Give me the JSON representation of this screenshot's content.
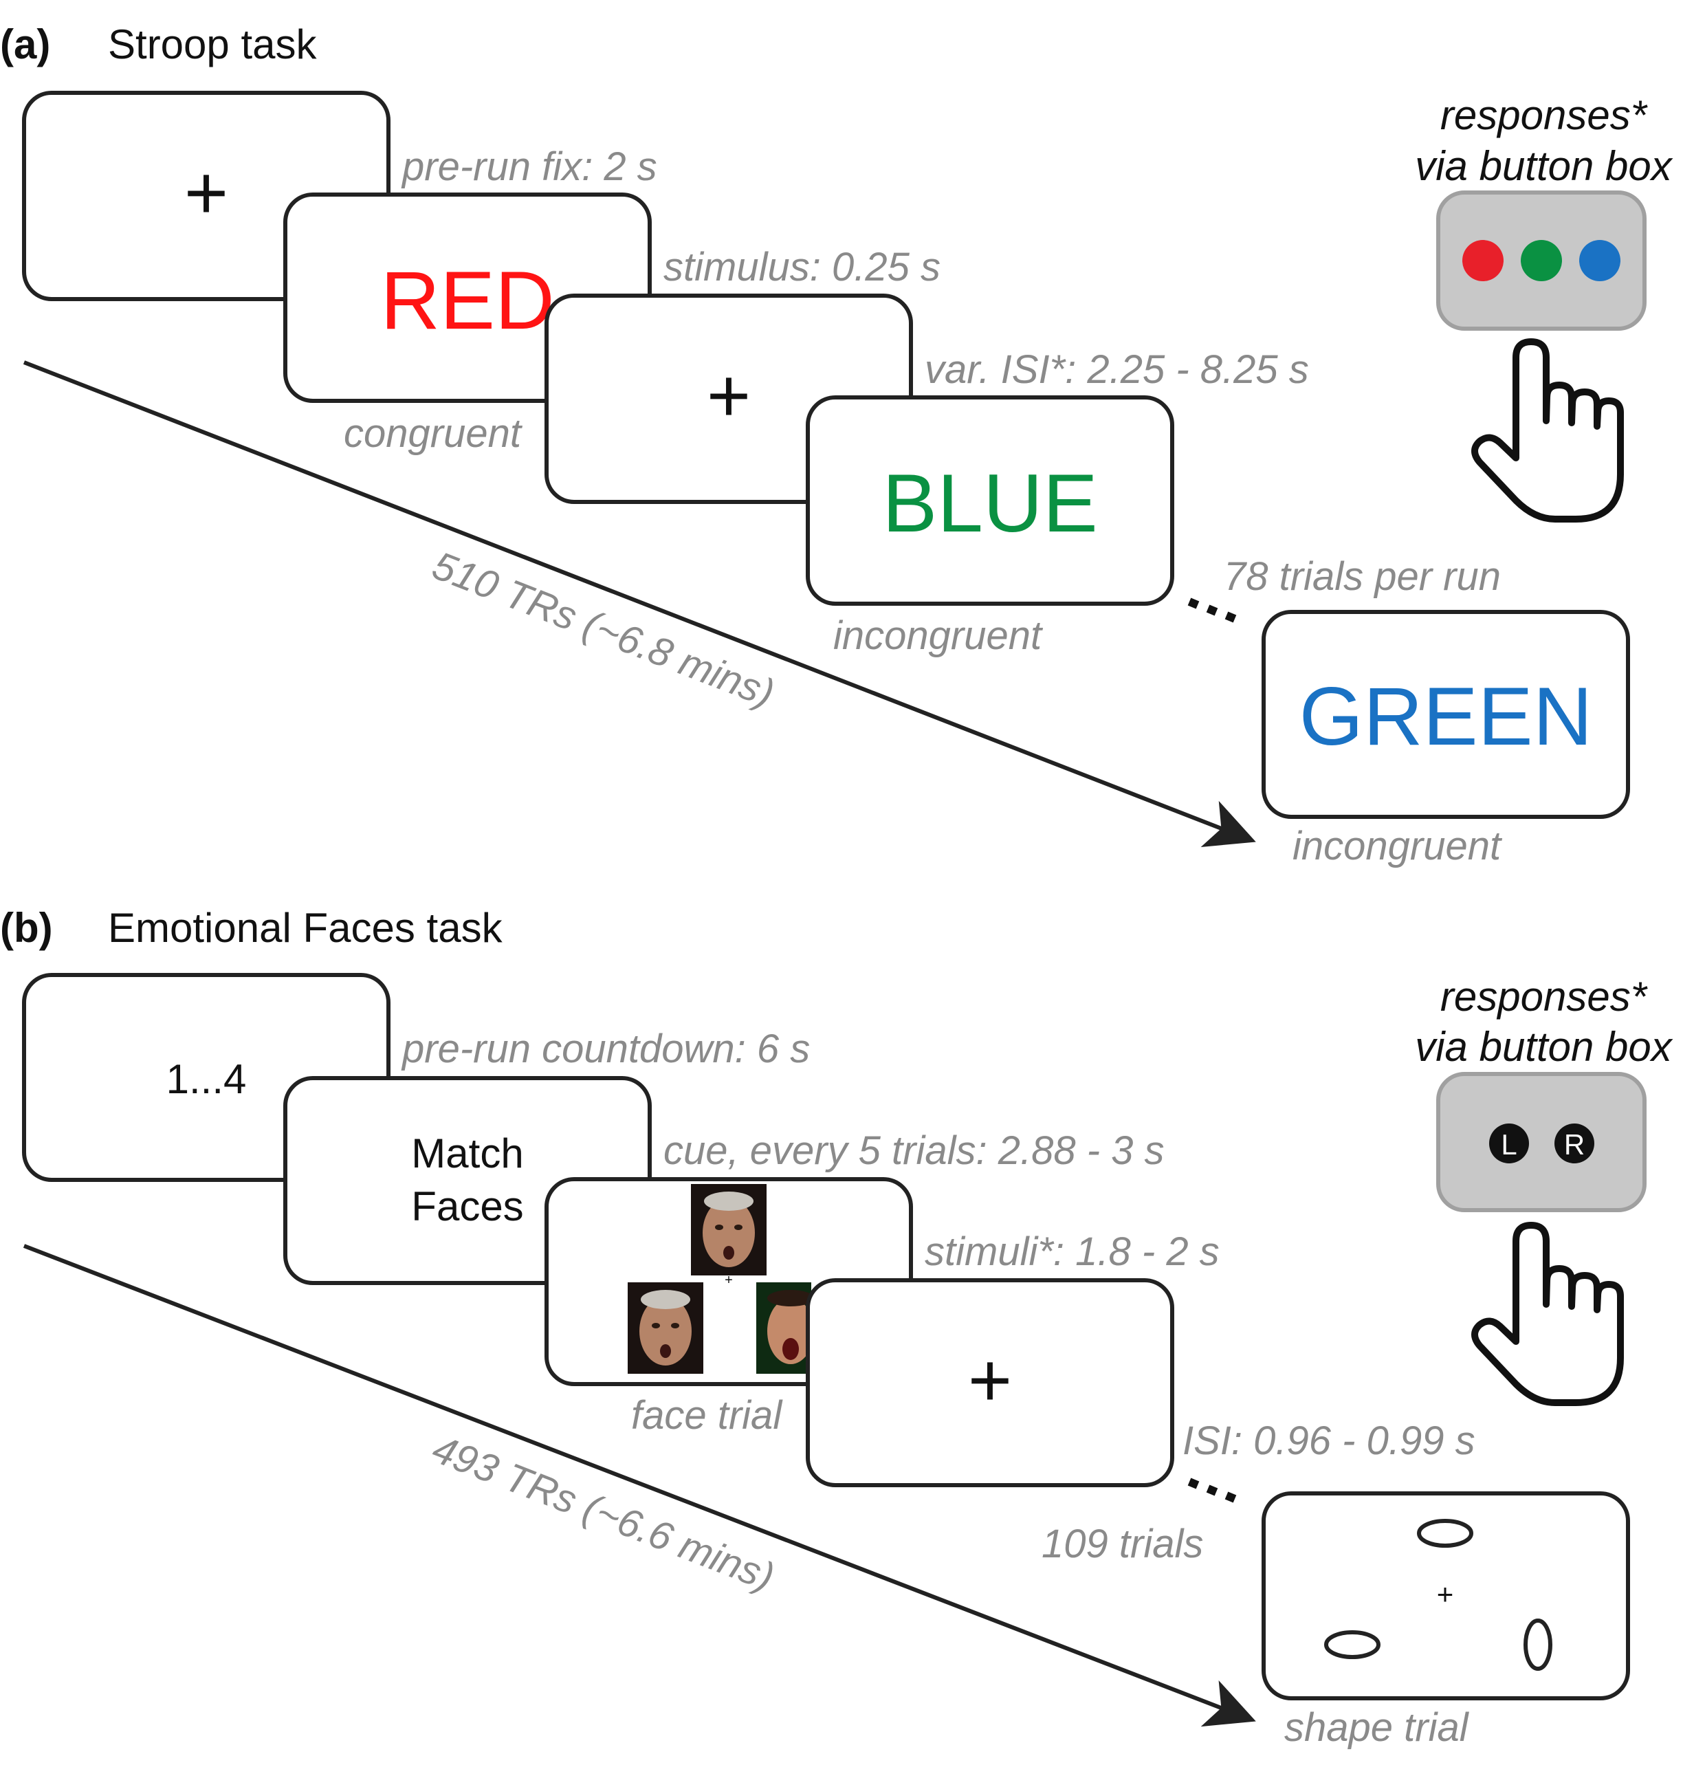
{
  "panel_a": {
    "label": "(a)",
    "title": "Stroop task",
    "screen1_text": "+",
    "screen2_word": "RED",
    "screen2_color": "#ff1414",
    "screen3_text": "+",
    "screen4_word": "BLUE",
    "screen4_color": "#0a9142",
    "screen5_word": "GREEN",
    "screen5_color": "#1a72c4",
    "timing_prerun": "pre-run fix: 2 s",
    "timing_stimulus": "stimulus: 0.25 s",
    "timing_isi": "var. ISI*: 2.25 - 8.25 s",
    "label_congruent": "congruent",
    "label_incongruent_1": "incongruent",
    "label_incongruent_2": "incongruent",
    "trials": "78 trials per run",
    "timeline": "510 TRs (~6.8 mins)",
    "responses_line1": "responses*",
    "responses_line2": "via button box",
    "button_colors": [
      "#e8202a",
      "#0a9142",
      "#1a72c4"
    ]
  },
  "panel_b": {
    "label": "(b)",
    "title": "Emotional Faces task",
    "screen1_text": "1...4",
    "screen2_line1": "Match",
    "screen2_line2": "Faces",
    "screen4_text": "+",
    "shape_cross": "+",
    "timing_countdown": "pre-run countdown: 6 s",
    "timing_cue": "cue, every 5 trials: 2.88 - 3 s",
    "timing_stimuli": "stimuli*: 1.8 - 2 s",
    "timing_isi": "ISI: 0.96 - 0.99 s",
    "label_face_trial": "face trial",
    "label_shape_trial": "shape trial",
    "trials": "109 trials",
    "timeline": "493 TRs (~6.6 mins)",
    "responses_line1": "responses*",
    "responses_line2": "via button box",
    "button_left": "L",
    "button_right": "R"
  }
}
